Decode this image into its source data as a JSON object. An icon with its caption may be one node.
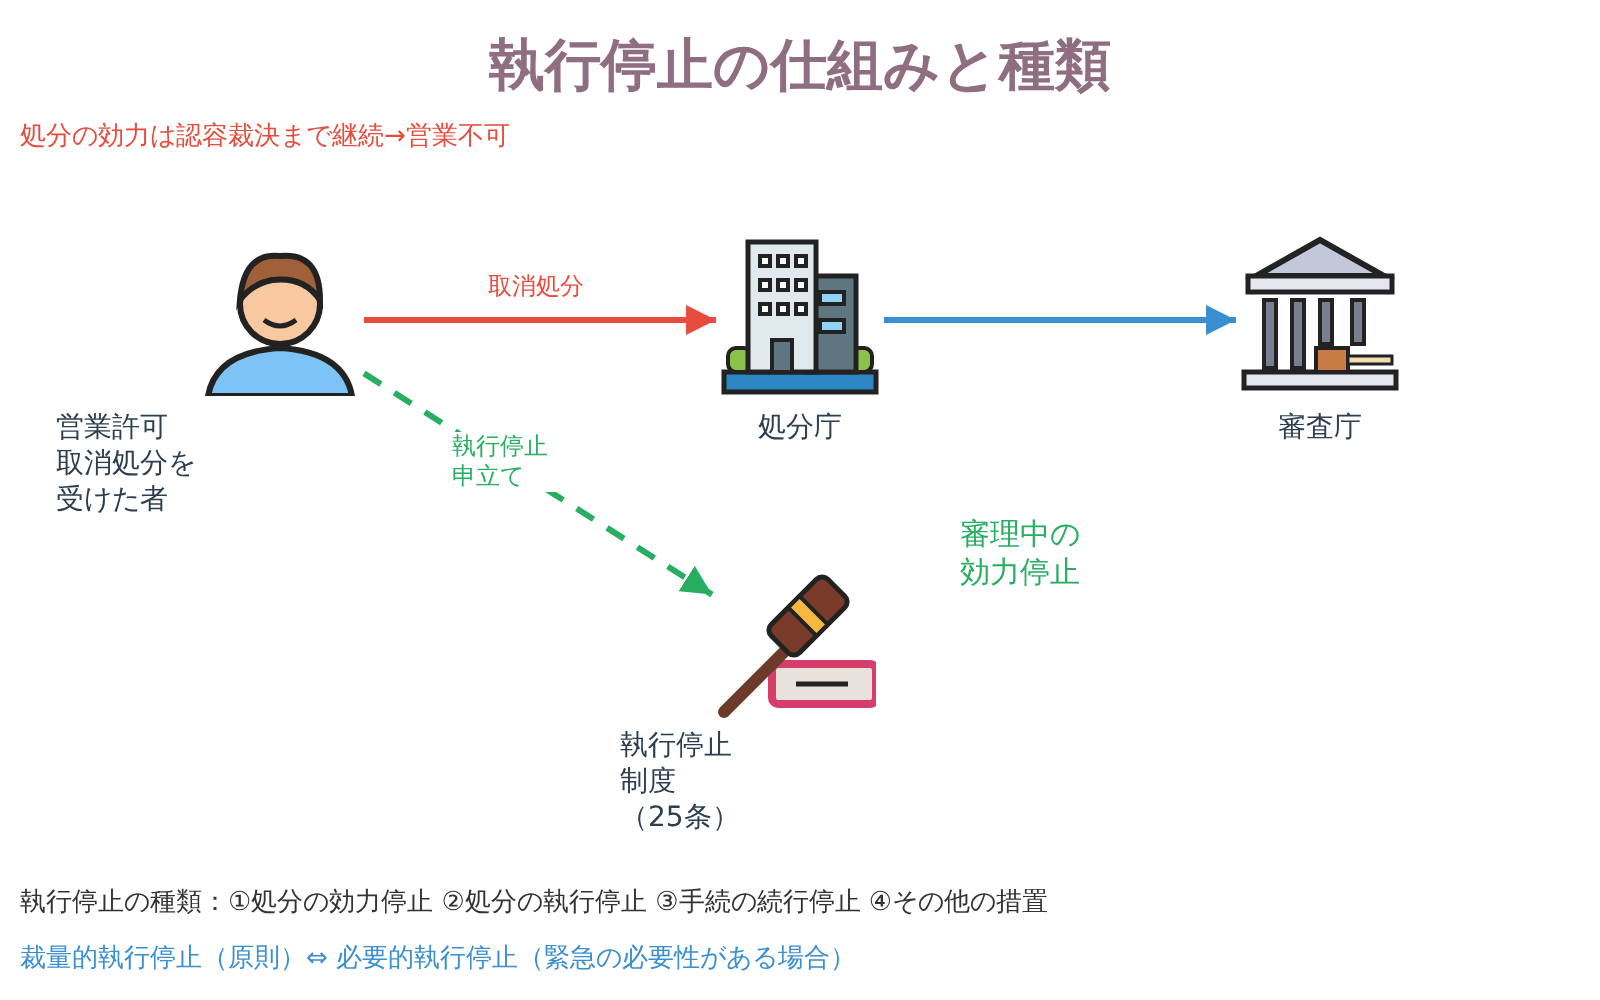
{
  "diagram": {
    "title": "執行停止の仕組みと種類",
    "nodes": [
      {
        "text": [
          "営業許可取消処分を受けた者"
        ]
      },
      {
        "text": [
          "処分庁"
        ]
      },
      {
        "text": [
          "審査庁"
        ]
      },
      {
        "text": [
          "執行停止制度（25条）"
        ]
      }
    ],
    "edges": [
      {
        "from": 0,
        "to": 1,
        "arrow": "to",
        "label": "取消処分",
        "color": "#e74c3c"
      },
      {
        "from": 1,
        "to": 2,
        "arrow": "to",
        "color": "#3a8fd0"
      },
      {
        "from": 0,
        "to": 3,
        "arrow": "to",
        "label": "執行停止申立て",
        "style": "dashed",
        "color": "#27ae60"
      }
    ],
    "labels": [
      "処分の効力は認容裁決まで継続→営業不可",
      "審理中の効力停止",
      "執行停止の種類：①処分の効力停止 ②処分の執行停止 ③手続の続行停止 ④その他の措置",
      "裁量的執行停止（原則）⇔ 必要的執行停止（緊急の必要性がある場合）"
    ]
  }
}
